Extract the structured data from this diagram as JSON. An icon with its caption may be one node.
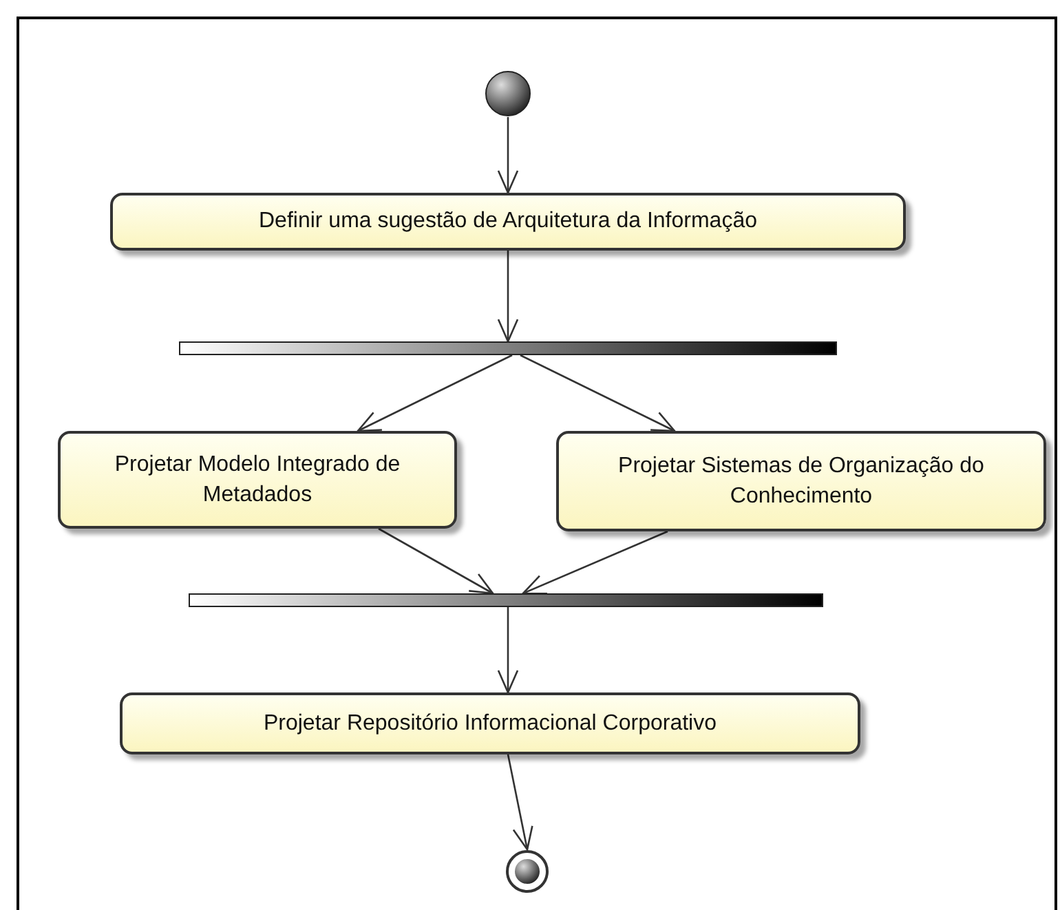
{
  "diagram": {
    "nodes": [
      {
        "text": [],
        "shape": "circle"
      },
      {
        "text": [
          "Definir uma sugestão de Arquitetura da Informação"
        ]
      },
      {
        "text": [],
        "shape": "bar"
      },
      {
        "text": [
          "Projetar Modelo Integrado de Metadados"
        ]
      },
      {
        "text": [
          "Projetar Sistemas de Organização do Conhecimento"
        ]
      },
      {
        "text": [],
        "shape": "bar"
      },
      {
        "text": [
          "Projetar Repositório Informacional Corporativo"
        ]
      },
      {
        "text": [],
        "shape": "circle"
      }
    ],
    "edges": [
      {
        "from": 0,
        "to": 1,
        "arrow": "to"
      },
      {
        "from": 1,
        "to": 2,
        "arrow": "to"
      },
      {
        "from": 2,
        "to": 3,
        "arrow": "to"
      },
      {
        "from": 2,
        "to": 4,
        "arrow": "to"
      },
      {
        "from": 3,
        "to": 5,
        "arrow": "to"
      },
      {
        "from": 4,
        "to": 5,
        "arrow": "to"
      },
      {
        "from": 5,
        "to": 6,
        "arrow": "to"
      },
      {
        "from": 6,
        "to": 7,
        "arrow": "to"
      }
    ]
  }
}
